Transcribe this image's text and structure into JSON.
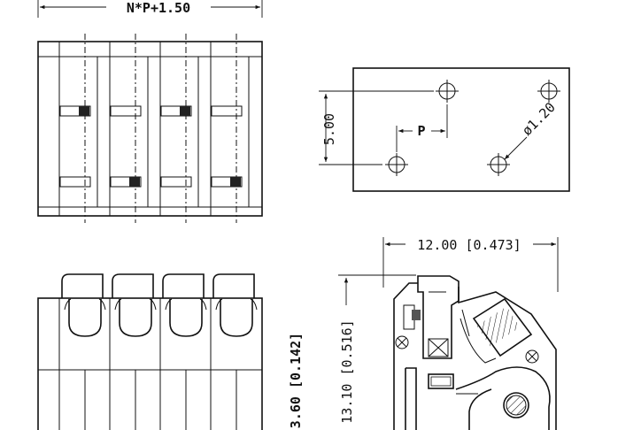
{
  "dimensions": {
    "top_width": "N*P+1.50",
    "hole_spacing": "5.00",
    "pitch": "P",
    "hole_diameter": "ø1.20",
    "side_width": "12.00 [0.473]",
    "side_height_a": "13.10 [0.516]",
    "side_height_b": "3.60 [0.142]"
  }
}
